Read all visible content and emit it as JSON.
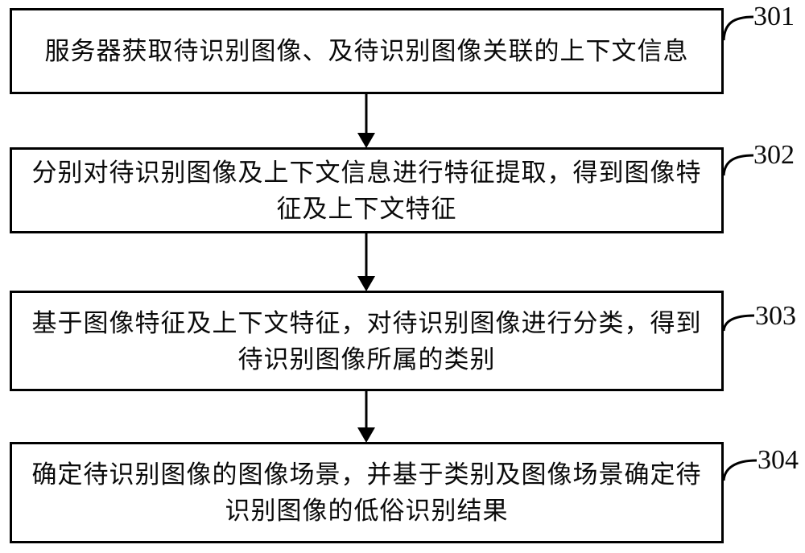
{
  "figure": {
    "background_color": "#ffffff",
    "line_color": "#000000",
    "steps": [
      {
        "label": "301",
        "lines": [
          "服务器获取待识别图像、及待识别图像关联的上下文信息"
        ]
      },
      {
        "label": "302",
        "lines": [
          "分别对待识别图像及上下文信息进行特征提取，得到图像特",
          "征及上下文特征"
        ]
      },
      {
        "label": "303",
        "lines": [
          "基于图像特征及上下文特征，对待识别图像进行分类，得到",
          "待识别图像所属的类别"
        ]
      },
      {
        "label": "304",
        "lines": [
          "确定待识别图像的图像场景，并基于类别及图像场景确定待",
          "识别图像的低俗识别结果"
        ]
      }
    ]
  }
}
